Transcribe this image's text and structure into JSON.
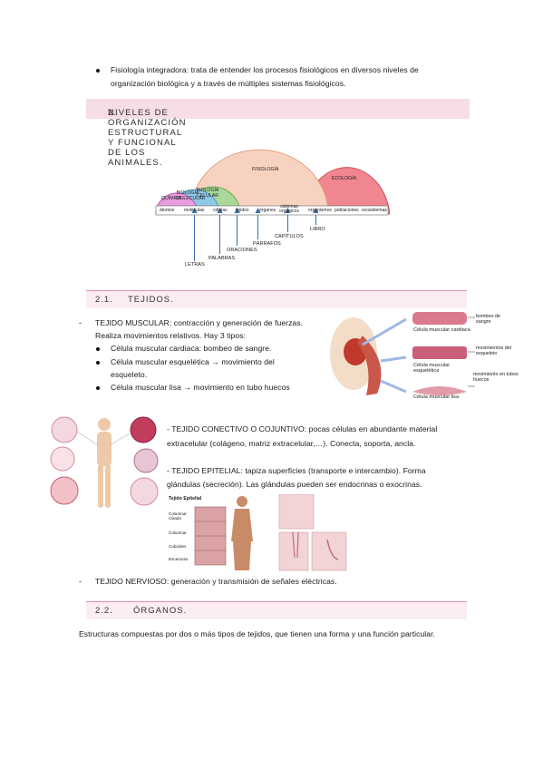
{
  "intro_bullet": {
    "line1": "Fisiología integradora: trata de entender los procesos fisiológicos en diversos niveles de",
    "line2": "organización biológica y a través de múltiples sistemas fisiológicos."
  },
  "section2": {
    "number": "2.",
    "title": "NIVELES DE ORGANIZACIÓN ESTRUCTURAL Y FUNCIONAL DE LOS ANIMALES."
  },
  "levels_diagram": {
    "domes": [
      "QUÍMICA",
      "BIOLOGÍA MOLECULAR",
      "BIOLOGÍA CELULAR",
      "FISIOLOGÍA",
      "ECOLOGÍA"
    ],
    "levels": [
      "átomos",
      "moléculas",
      "células",
      "tejidos",
      "órganos",
      "sistemas orgánicos",
      "organismos",
      "poblaciones",
      "ecosistemas"
    ],
    "analogy": [
      "LETRAS",
      "PALABRAS",
      "ORACIONES",
      "PÁRRAFOS",
      "CAPÍTULOS",
      "LIBRO"
    ]
  },
  "section21": {
    "number": "2.1.",
    "title": "TEJIDOS."
  },
  "muscular": {
    "heading": "TEJIDO MUSCULAR",
    "line1_rest": ": contracción y generación de fuerzas.",
    "line2": "Realiza movimientos relativos. Hay 3 tipos:",
    "items": [
      "Célula muscular cardiaca: bombeo de sangre.",
      "Célula muscular esquelética → movimiento del",
      "esqueleto.",
      "Célula muscular lisa → movimiento en tubo huecos"
    ]
  },
  "muscle_figure": {
    "labels": [
      "Célula muscular cardiaca",
      "Célula muscular esquelética",
      "Célula muscular lisa"
    ],
    "functions": [
      "bombeo de sangre",
      "movimientos del esqueleto",
      "movimiento en tubos huecos"
    ]
  },
  "conectivo": {
    "line1": "-  TEJIDO CONECTIVO O COJUNTIVO: pocas células en abundante material",
    "line2": "extracelular (colágeno, matriz extracelular,…). Conecta, soporta, ancla."
  },
  "epitelial": {
    "line1": "-  TEJIDO EPITELIAL: tapiza superficies (transporte e intercambio). Forma",
    "line2": "glándulas (secreción). Las glándulas pueden ser endocrinas o exocrinas."
  },
  "epithelium_figure": {
    "title": "Tejido Epitelial",
    "labels": [
      "Columnar Ciliado",
      "Columnar",
      "Cuboides",
      "Escamoso"
    ]
  },
  "nervioso": {
    "text": "TEJIDO NERVIOSO: generación y transmisión de señales eléctricas."
  },
  "section22": {
    "number": "2.2.",
    "title": "ÓRGANOS."
  },
  "organos_text": "Estructuras compuestas por dos o más tipos de tejidos, que tienen una forma y una función particular.",
  "colors": {
    "header_main": "#f7dde6",
    "header_sub": "#fbedf2",
    "header_line": "#e58fae"
  }
}
